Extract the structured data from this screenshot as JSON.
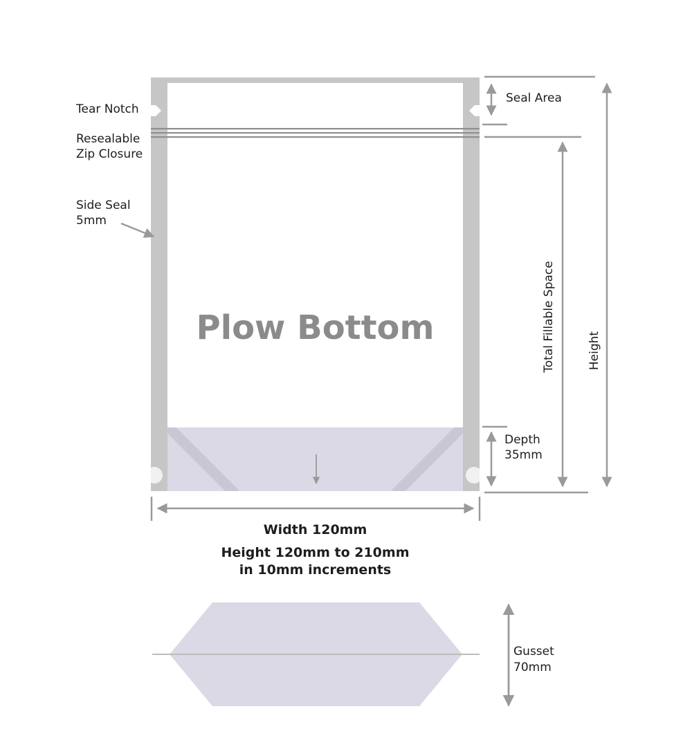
{
  "diagram": {
    "title": "Plow Bottom",
    "labels": {
      "tear_notch": "Tear Notch",
      "zip_line1": "Resealable",
      "zip_line2": "Zip Closure",
      "side_seal_line1": "Side Seal",
      "side_seal_line2": "5mm",
      "seal_area": "Seal Area",
      "total_fillable_space": "Total Fillable Space",
      "height": "Height",
      "depth_line1": "Depth",
      "depth_line2": "35mm",
      "width": "Width 120mm",
      "height_range_line1": "Height 120mm to 210mm",
      "height_range_line2": "in 10mm increments",
      "gusset_line1": "Gusset",
      "gusset_line2": "70mm"
    },
    "dimensions": {
      "width": "120mm",
      "height_min": "120mm",
      "height_max": "210mm",
      "height_increment": "10mm",
      "depth": "35mm",
      "gusset": "70mm",
      "side_seal": "5mm"
    },
    "colors": {
      "seal_gray": "#c6c6c6",
      "gusset_lavender": "#dbd9e6",
      "gusset_stripe": "#c9c7d3",
      "zip_line": "#8f8f8f",
      "arrow_gray": "#9a9a9a",
      "hexagon_midline": "#bcbcbc",
      "text_dark": "#1d1d1d",
      "watermark_gray": "#8b8b8b"
    }
  }
}
